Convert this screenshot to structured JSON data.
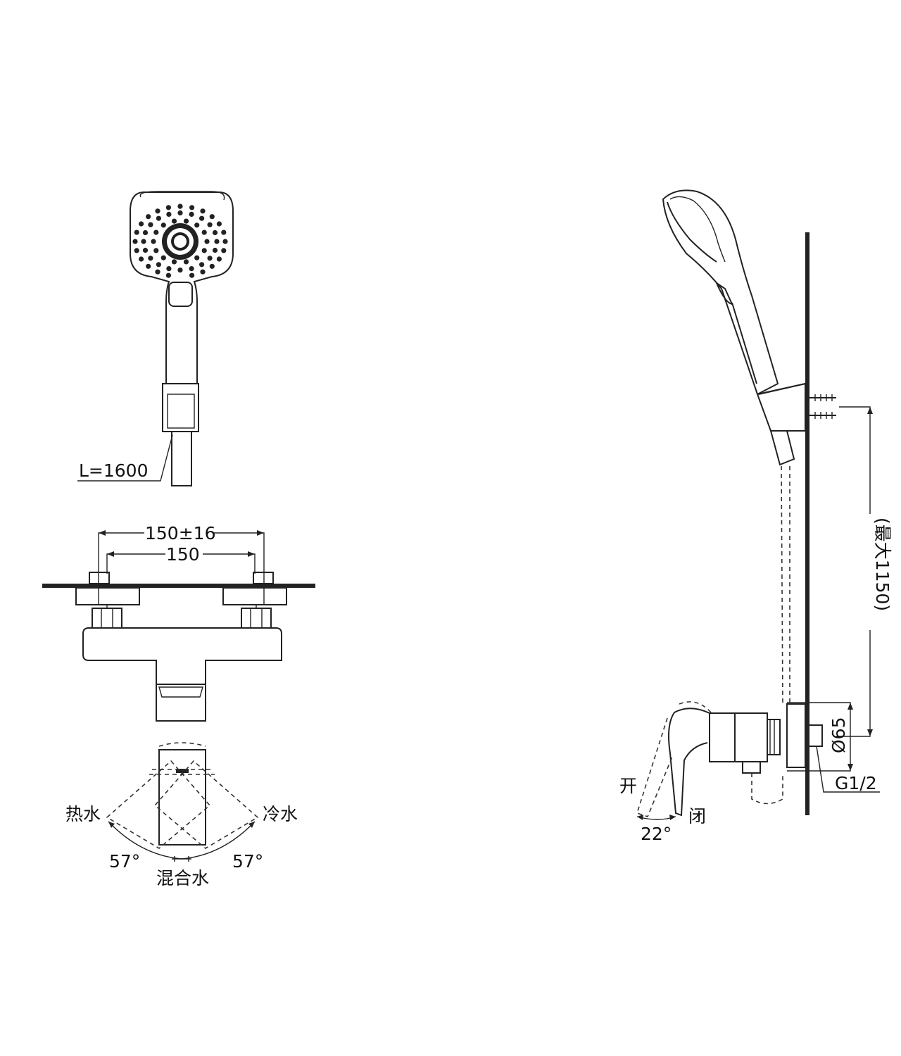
{
  "labels": {
    "hose_length": "L=1600",
    "center_distance_tolerance": "150±16",
    "center_distance": "150",
    "hot_water": "热水",
    "cold_water": "冷水",
    "mixed_water": "混合水",
    "angle_hot": "57°",
    "angle_cold": "57°",
    "max_height": "(最大1150)",
    "diameter": "Ø65",
    "thread": "G1/2",
    "open": "开",
    "close": "闭",
    "lever_angle": "22°"
  }
}
